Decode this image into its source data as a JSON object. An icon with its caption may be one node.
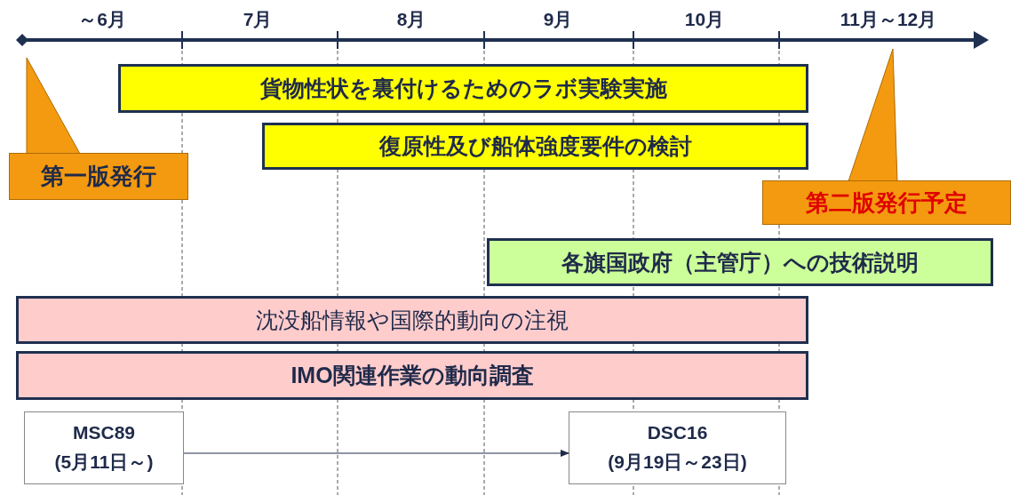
{
  "diagram": {
    "nodes": [
      {
        "text": [
          "貨物性状を裏付けるためのラボ実験実施"
        ]
      },
      {
        "text": [
          "復原性及び船体強度要件の検討"
        ]
      },
      {
        "text": [
          "第一版発行"
        ]
      },
      {
        "text": [
          "第二版発行予定"
        ]
      },
      {
        "text": [
          "各旗国政府（主管庁）への技術説明"
        ]
      },
      {
        "text": [
          "沈没船情報や国際的動向の注視"
        ]
      },
      {
        "text": [
          "IMO関連作業の動向調査"
        ]
      },
      {
        "text": [
          "MSC89",
          "(5月11日～)"
        ]
      },
      {
        "text": [
          "DSC16",
          "(9月19日～23日)"
        ]
      }
    ],
    "edges": [
      {
        "from": 2,
        "to": null,
        "arrow": "to"
      },
      {
        "from": 3,
        "to": null,
        "arrow": "to"
      },
      {
        "from": 7,
        "to": 8,
        "arrow": "to"
      }
    ],
    "labels": [
      "～6月",
      "7月",
      "8月",
      "9月",
      "10月",
      "11月～12月"
    ]
  }
}
